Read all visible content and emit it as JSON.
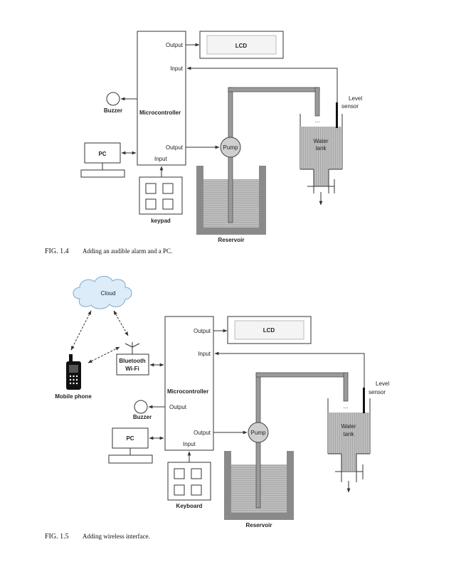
{
  "figures": [
    {
      "id": "fig-1-4",
      "caption_number": "FIG. 1.4",
      "caption_text": "Adding an audible alarm and a PC.",
      "microcontroller": {
        "title": "Microcontroller",
        "port_output_lcd": "Output",
        "port_input_sensor": "Input",
        "port_output_pump": "Output",
        "port_input_keypad": "Input"
      },
      "lcd": "LCD",
      "buzzer": "Buzzer",
      "pc": "PC",
      "pump": "Pump",
      "input_device": "keypad",
      "reservoir": "Reservoir",
      "water_tank_line1": "Water",
      "water_tank_line2": "tank",
      "level_sensor_line1": "Level",
      "level_sensor_line2": "sensor"
    },
    {
      "id": "fig-1-5",
      "caption_number": "FIG. 1.5",
      "caption_text": "Adding wireless interface.",
      "cloud": "Cloud",
      "mobile_phone": "Mobile phone",
      "wireless_line1": "Bluetooth",
      "wireless_line2": "Wi-Fi",
      "microcontroller": {
        "title": "Microcontroller",
        "port_output_lcd": "Output",
        "port_input_sensor": "Input",
        "port_output_buzzer": "Output",
        "port_output_pump": "Output",
        "port_input_keyboard": "Input"
      },
      "lcd": "LCD",
      "buzzer": "Buzzer",
      "pc": "PC",
      "pump": "Pump",
      "input_device": "Keyboard",
      "reservoir": "Reservoir",
      "water_tank_line1": "Water",
      "water_tank_line2": "tank",
      "level_sensor_line1": "Level",
      "level_sensor_line2": "sensor"
    }
  ],
  "colors": {
    "line": "#333333",
    "water": "#b8b8b8",
    "wall": "#8a8a8a",
    "cloud_fill": "#dcecf8",
    "cloud_stroke": "#7fa8c8",
    "pump_fill": "#cfcfcf"
  }
}
